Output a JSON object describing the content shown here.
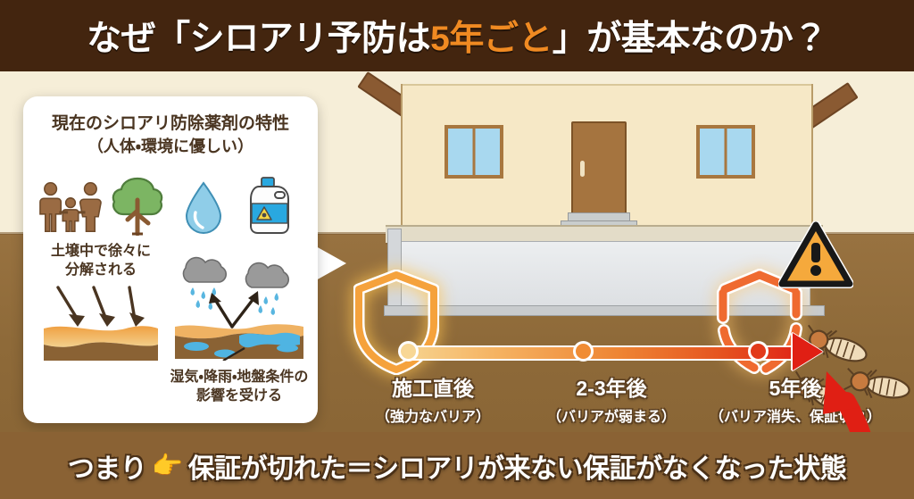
{
  "title": {
    "before": "なぜ「シロアリ予防は",
    "accent": "5年ごと",
    "after": "」が基本なのか？",
    "accent_color": "#f08a22",
    "bar_color": "#43250f"
  },
  "card": {
    "heading_line1": "現在のシロアリ防除薬剤の特性",
    "heading_line2": "（人体・環境に優しい）",
    "icons": [
      {
        "name": "family-icon",
        "label": "人体",
        "color": "#9a6b43"
      },
      {
        "name": "tree-icon",
        "label": "環境（樹木）",
        "color": "#7cb563"
      },
      {
        "name": "water-drop-icon",
        "label": "水",
        "color": "#8fcde8"
      },
      {
        "name": "chemical-bottle-icon",
        "label": "薬剤",
        "color": "#29a8e0"
      }
    ],
    "left_caption_line1": "土壌中で徐々に",
    "left_caption_line2": "分解される",
    "right_caption_line1": "湿気・降雨・地盤条件の",
    "right_caption_line2": "影響を受ける"
  },
  "scene": {
    "ground_color": "#8e6a39",
    "sky_color": "#f6eed8",
    "wall_color": "#f6e8c6",
    "roof_color": "#8a5a32",
    "door_color": "#a5743f",
    "window_color": "#a8d8ef",
    "foundation_color": "#e3e6e9",
    "shield_intact_name": "shield-intact-icon",
    "shield_broken_name": "shield-broken-icon",
    "warning_name": "warning-triangle-icon",
    "termite_count": 3
  },
  "timeline": {
    "gradient_start": "#f7d490",
    "gradient_mid": "#ee8534",
    "gradient_end": "#e02718",
    "points": [
      {
        "main": "施工直後",
        "sub": "（強力なバリア）",
        "dot_color": "#f8d795"
      },
      {
        "main": "2-3年後",
        "sub": "（バリアが弱まる）",
        "dot_color": "#f08c34"
      },
      {
        "main": "5年後",
        "sub": "（バリア消失、保証切れ）",
        "dot_color": "#e23a1b"
      }
    ]
  },
  "banner": {
    "lead": "つまり",
    "hand": "👉",
    "message": "保証が切れた＝シロアリが来ない保証がなくなった状態",
    "bg_color": "#8a6234"
  }
}
